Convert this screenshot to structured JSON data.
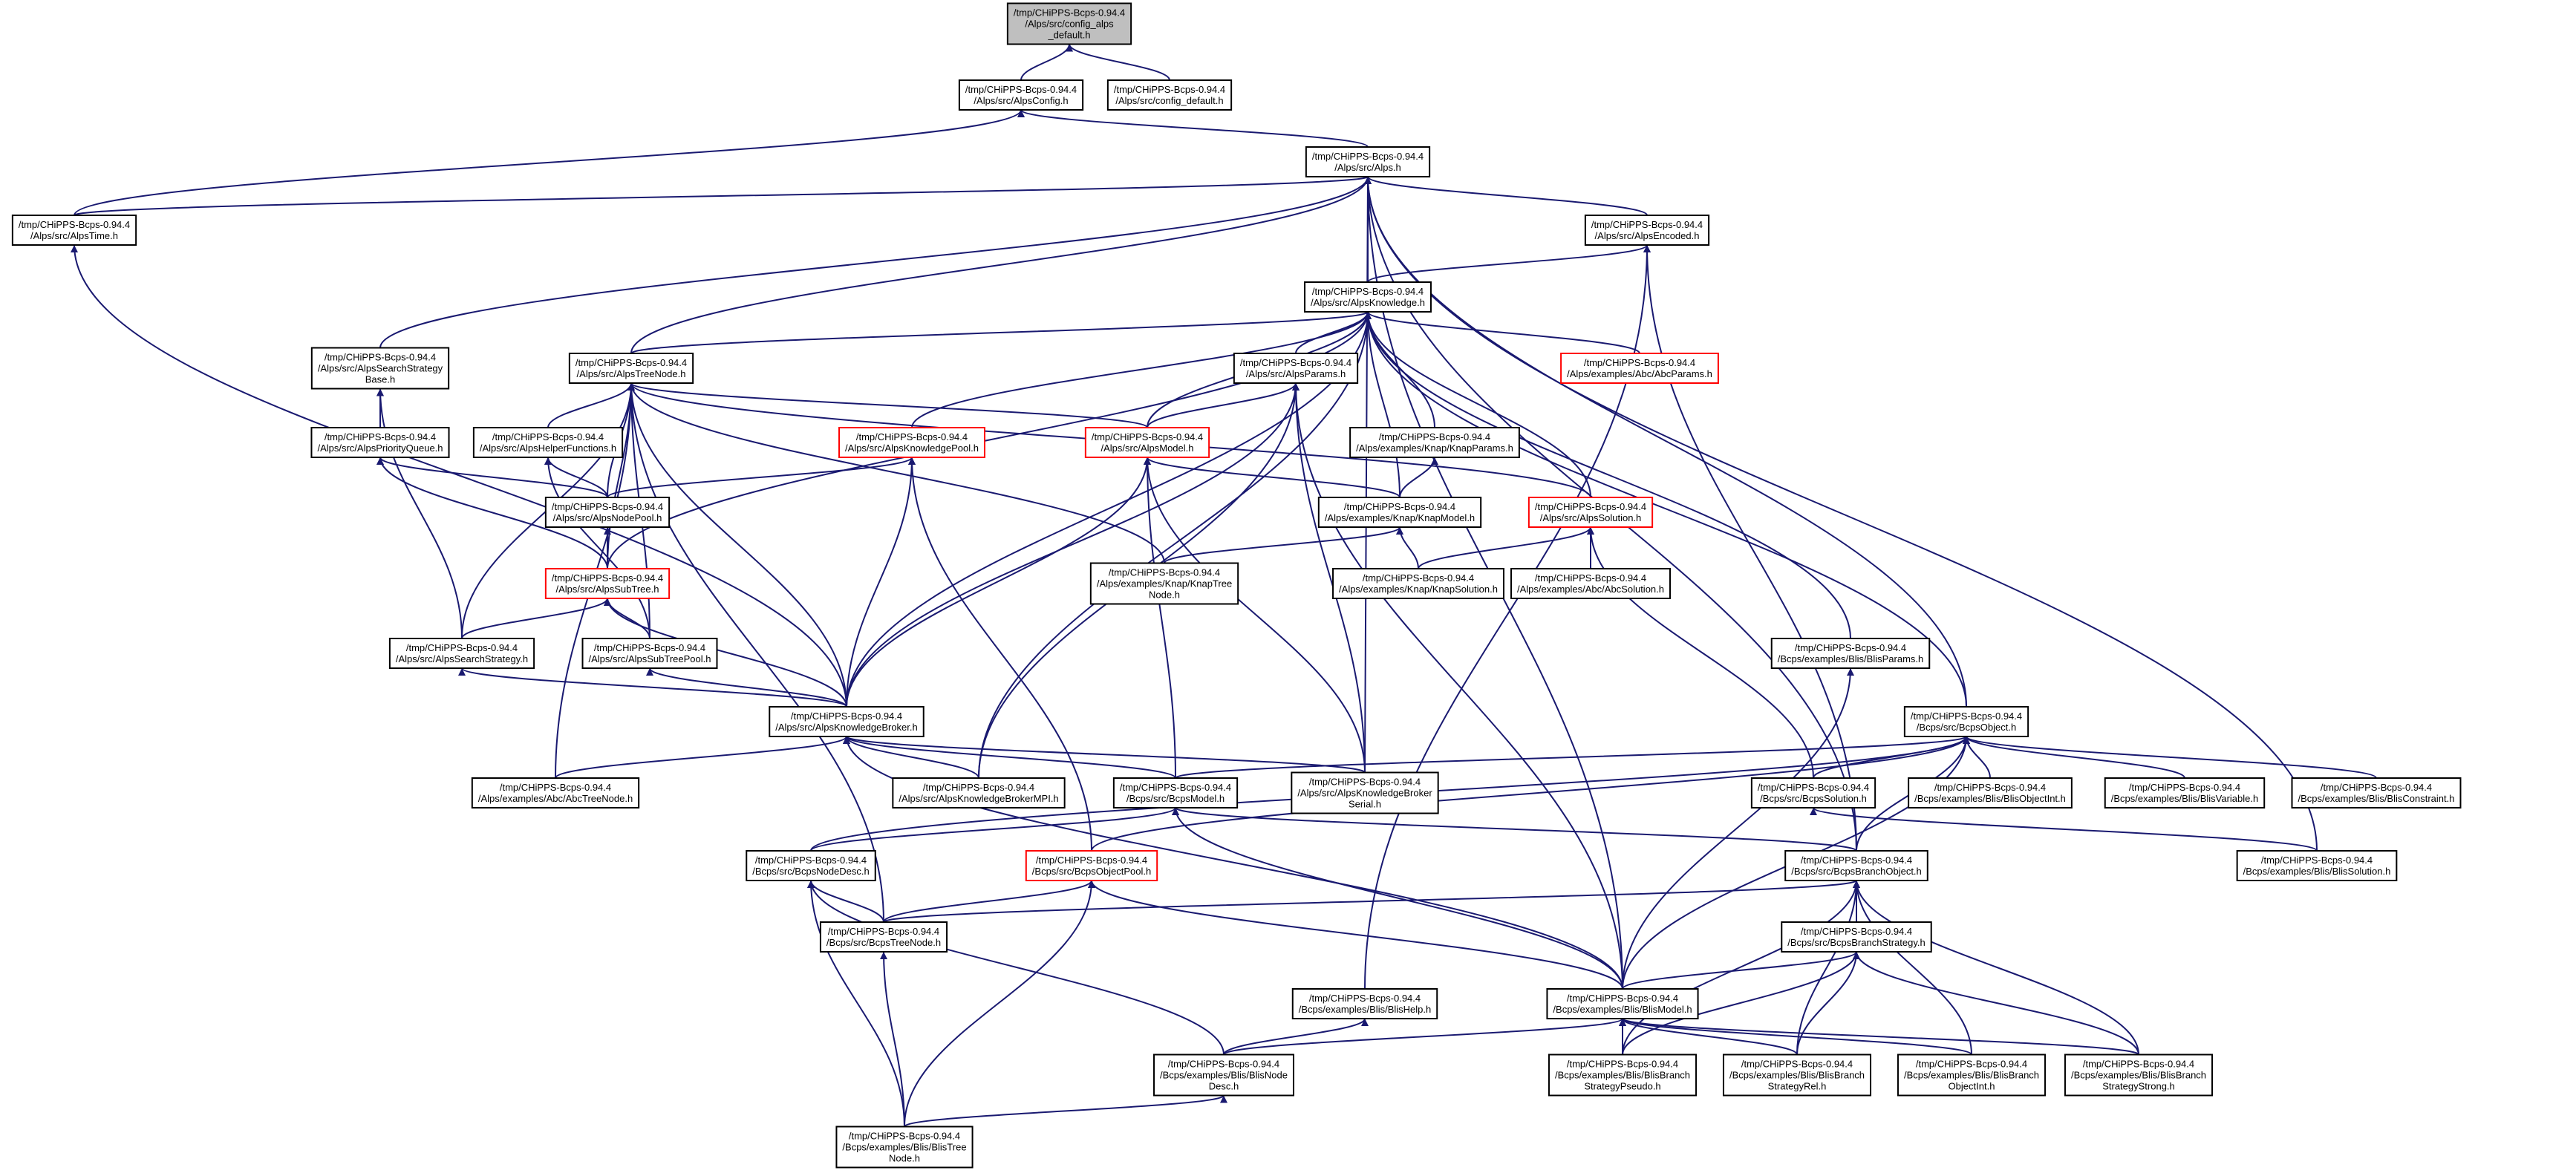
{
  "colors": {
    "edge": "#191970",
    "node_border": "#000000",
    "node_highlight_border": "#ff0000",
    "node_fill": "#ffffff",
    "root_fill": "#bfbfbf",
    "background": "#ffffff"
  },
  "nodes": [
    {
      "id": "config_alps_default",
      "lines": [
        "/tmp/CHiPPS-Bcps-0.94.4",
        "/Alps/src/config_alps",
        "_default.h"
      ],
      "style": "root"
    },
    {
      "id": "AlpsConfig",
      "lines": [
        "/tmp/CHiPPS-Bcps-0.94.4",
        "/Alps/src/AlpsConfig.h"
      ],
      "style": "normal"
    },
    {
      "id": "config_default",
      "lines": [
        "/tmp/CHiPPS-Bcps-0.94.4",
        "/Alps/src/config_default.h"
      ],
      "style": "normal"
    },
    {
      "id": "Alps",
      "lines": [
        "/tmp/CHiPPS-Bcps-0.94.4",
        "/Alps/src/Alps.h"
      ],
      "style": "normal"
    },
    {
      "id": "AlpsTime",
      "lines": [
        "/tmp/CHiPPS-Bcps-0.94.4",
        "/Alps/src/AlpsTime.h"
      ],
      "style": "normal"
    },
    {
      "id": "AlpsEncoded",
      "lines": [
        "/tmp/CHiPPS-Bcps-0.94.4",
        "/Alps/src/AlpsEncoded.h"
      ],
      "style": "normal"
    },
    {
      "id": "AlpsKnowledge",
      "lines": [
        "/tmp/CHiPPS-Bcps-0.94.4",
        "/Alps/src/AlpsKnowledge.h"
      ],
      "style": "normal"
    },
    {
      "id": "AlpsSearchStrategyBase",
      "lines": [
        "/tmp/CHiPPS-Bcps-0.94.4",
        "/Alps/src/AlpsSearchStrategy",
        "Base.h"
      ],
      "style": "normal"
    },
    {
      "id": "AlpsTreeNode",
      "lines": [
        "/tmp/CHiPPS-Bcps-0.94.4",
        "/Alps/src/AlpsTreeNode.h"
      ],
      "style": "normal"
    },
    {
      "id": "AlpsParams",
      "lines": [
        "/tmp/CHiPPS-Bcps-0.94.4",
        "/Alps/src/AlpsParams.h"
      ],
      "style": "normal"
    },
    {
      "id": "AbcParams",
      "lines": [
        "/tmp/CHiPPS-Bcps-0.94.4",
        "/Alps/examples/Abc/AbcParams.h"
      ],
      "style": "highlight"
    },
    {
      "id": "AlpsPriorityQueue",
      "lines": [
        "/tmp/CHiPPS-Bcps-0.94.4",
        "/Alps/src/AlpsPriorityQueue.h"
      ],
      "style": "normal"
    },
    {
      "id": "AlpsHelperFunctions",
      "lines": [
        "/tmp/CHiPPS-Bcps-0.94.4",
        "/Alps/src/AlpsHelperFunctions.h"
      ],
      "style": "normal"
    },
    {
      "id": "AlpsKnowledgePool",
      "lines": [
        "/tmp/CHiPPS-Bcps-0.94.4",
        "/Alps/src/AlpsKnowledgePool.h"
      ],
      "style": "highlight"
    },
    {
      "id": "AlpsModel",
      "lines": [
        "/tmp/CHiPPS-Bcps-0.94.4",
        "/Alps/src/AlpsModel.h"
      ],
      "style": "highlight"
    },
    {
      "id": "KnapParams",
      "lines": [
        "/tmp/CHiPPS-Bcps-0.94.4",
        "/Alps/examples/Knap/KnapParams.h"
      ],
      "style": "normal"
    },
    {
      "id": "AlpsNodePool",
      "lines": [
        "/tmp/CHiPPS-Bcps-0.94.4",
        "/Alps/src/AlpsNodePool.h"
      ],
      "style": "normal"
    },
    {
      "id": "KnapModel",
      "lines": [
        "/tmp/CHiPPS-Bcps-0.94.4",
        "/Alps/examples/Knap/KnapModel.h"
      ],
      "style": "normal"
    },
    {
      "id": "AlpsSolution",
      "lines": [
        "/tmp/CHiPPS-Bcps-0.94.4",
        "/Alps/src/AlpsSolution.h"
      ],
      "style": "highlight"
    },
    {
      "id": "AlpsSubTree",
      "lines": [
        "/tmp/CHiPPS-Bcps-0.94.4",
        "/Alps/src/AlpsSubTree.h"
      ],
      "style": "highlight"
    },
    {
      "id": "KnapTreeNode",
      "lines": [
        "/tmp/CHiPPS-Bcps-0.94.4",
        "/Alps/examples/Knap/KnapTree",
        "Node.h"
      ],
      "style": "normal"
    },
    {
      "id": "KnapSolution",
      "lines": [
        "/tmp/CHiPPS-Bcps-0.94.4",
        "/Alps/examples/Knap/KnapSolution.h"
      ],
      "style": "normal"
    },
    {
      "id": "AbcSolution",
      "lines": [
        "/tmp/CHiPPS-Bcps-0.94.4",
        "/Alps/examples/Abc/AbcSolution.h"
      ],
      "style": "normal"
    },
    {
      "id": "AlpsSearchStrategy",
      "lines": [
        "/tmp/CHiPPS-Bcps-0.94.4",
        "/Alps/src/AlpsSearchStrategy.h"
      ],
      "style": "normal"
    },
    {
      "id": "AlpsSubTreePool",
      "lines": [
        "/tmp/CHiPPS-Bcps-0.94.4",
        "/Alps/src/AlpsSubTreePool.h"
      ],
      "style": "normal"
    },
    {
      "id": "BlisParams",
      "lines": [
        "/tmp/CHiPPS-Bcps-0.94.4",
        "/Bcps/examples/Blis/BlisParams.h"
      ],
      "style": "normal"
    },
    {
      "id": "AlpsKnowledgeBroker",
      "lines": [
        "/tmp/CHiPPS-Bcps-0.94.4",
        "/Alps/src/AlpsKnowledgeBroker.h"
      ],
      "style": "normal"
    },
    {
      "id": "BcpsObject",
      "lines": [
        "/tmp/CHiPPS-Bcps-0.94.4",
        "/Bcps/src/BcpsObject.h"
      ],
      "style": "normal"
    },
    {
      "id": "AbcTreeNode",
      "lines": [
        "/tmp/CHiPPS-Bcps-0.94.4",
        "/Alps/examples/Abc/AbcTreeNode.h"
      ],
      "style": "normal"
    },
    {
      "id": "AlpsKnowledgeBrokerMPI",
      "lines": [
        "/tmp/CHiPPS-Bcps-0.94.4",
        "/Alps/src/AlpsKnowledgeBrokerMPI.h"
      ],
      "style": "normal"
    },
    {
      "id": "BcpsModel",
      "lines": [
        "/tmp/CHiPPS-Bcps-0.94.4",
        "/Bcps/src/BcpsModel.h"
      ],
      "style": "normal"
    },
    {
      "id": "AlpsKnowledgeBrokerSerial",
      "lines": [
        "/tmp/CHiPPS-Bcps-0.94.4",
        "/Alps/src/AlpsKnowledgeBroker",
        "Serial.h"
      ],
      "style": "normal"
    },
    {
      "id": "BcpsSolution",
      "lines": [
        "/tmp/CHiPPS-Bcps-0.94.4",
        "/Bcps/src/BcpsSolution.h"
      ],
      "style": "normal"
    },
    {
      "id": "BlisObjectInt",
      "lines": [
        "/tmp/CHiPPS-Bcps-0.94.4",
        "/Bcps/examples/Blis/BlisObjectInt.h"
      ],
      "style": "normal"
    },
    {
      "id": "BlisVariable",
      "lines": [
        "/tmp/CHiPPS-Bcps-0.94.4",
        "/Bcps/examples/Blis/BlisVariable.h"
      ],
      "style": "normal"
    },
    {
      "id": "BlisConstraint",
      "lines": [
        "/tmp/CHiPPS-Bcps-0.94.4",
        "/Bcps/examples/Blis/BlisConstraint.h"
      ],
      "style": "normal"
    },
    {
      "id": "BcpsNodeDesc",
      "lines": [
        "/tmp/CHiPPS-Bcps-0.94.4",
        "/Bcps/src/BcpsNodeDesc.h"
      ],
      "style": "normal"
    },
    {
      "id": "BcpsObjectPool",
      "lines": [
        "/tmp/CHiPPS-Bcps-0.94.4",
        "/Bcps/src/BcpsObjectPool.h"
      ],
      "style": "highlight"
    },
    {
      "id": "BcpsBranchObject",
      "lines": [
        "/tmp/CHiPPS-Bcps-0.94.4",
        "/Bcps/src/BcpsBranchObject.h"
      ],
      "style": "normal"
    },
    {
      "id": "BlisSolution",
      "lines": [
        "/tmp/CHiPPS-Bcps-0.94.4",
        "/Bcps/examples/Blis/BlisSolution.h"
      ],
      "style": "normal"
    },
    {
      "id": "BcpsTreeNode",
      "lines": [
        "/tmp/CHiPPS-Bcps-0.94.4",
        "/Bcps/src/BcpsTreeNode.h"
      ],
      "style": "normal"
    },
    {
      "id": "BcpsBranchStrategy",
      "lines": [
        "/tmp/CHiPPS-Bcps-0.94.4",
        "/Bcps/src/BcpsBranchStrategy.h"
      ],
      "style": "normal"
    },
    {
      "id": "BlisHelp",
      "lines": [
        "/tmp/CHiPPS-Bcps-0.94.4",
        "/Bcps/examples/Blis/BlisHelp.h"
      ],
      "style": "normal"
    },
    {
      "id": "BlisModel",
      "lines": [
        "/tmp/CHiPPS-Bcps-0.94.4",
        "/Bcps/examples/Blis/BlisModel.h"
      ],
      "style": "normal"
    },
    {
      "id": "BlisNodeDesc",
      "lines": [
        "/tmp/CHiPPS-Bcps-0.94.4",
        "/Bcps/examples/Blis/BlisNode",
        "Desc.h"
      ],
      "style": "normal"
    },
    {
      "id": "BlisBranchStrategyPseudo",
      "lines": [
        "/tmp/CHiPPS-Bcps-0.94.4",
        "/Bcps/examples/Blis/BlisBranch",
        "StrategyPseudo.h"
      ],
      "style": "normal"
    },
    {
      "id": "BlisBranchStrategyRel",
      "lines": [
        "/tmp/CHiPPS-Bcps-0.94.4",
        "/Bcps/examples/Blis/BlisBranch",
        "StrategyRel.h"
      ],
      "style": "normal"
    },
    {
      "id": "BlisBranchObjectInt",
      "lines": [
        "/tmp/CHiPPS-Bcps-0.94.4",
        "/Bcps/examples/Blis/BlisBranch",
        "ObjectInt.h"
      ],
      "style": "normal"
    },
    {
      "id": "BlisBranchStrategyStrong",
      "lines": [
        "/tmp/CHiPPS-Bcps-0.94.4",
        "/Bcps/examples/Blis/BlisBranch",
        "StrategyStrong.h"
      ],
      "style": "normal"
    },
    {
      "id": "BlisTreeNode",
      "lines": [
        "/tmp/CHiPPS-Bcps-0.94.4",
        "/Bcps/examples/Blis/BlisTree",
        "Node.h"
      ],
      "style": "normal"
    }
  ],
  "edges": [
    [
      "AlpsConfig",
      "config_alps_default"
    ],
    [
      "config_default",
      "config_alps_default"
    ],
    [
      "AlpsTime",
      "AlpsConfig"
    ],
    [
      "Alps",
      "AlpsConfig"
    ],
    [
      "AlpsTime",
      "Alps"
    ],
    [
      "AlpsEncoded",
      "Alps"
    ],
    [
      "AlpsKnowledge",
      "Alps"
    ],
    [
      "AlpsSearchStrategyBase",
      "Alps"
    ],
    [
      "AlpsTreeNode",
      "Alps"
    ],
    [
      "AlpsKnowledgeBroker",
      "AlpsTime"
    ],
    [
      "AlpsKnowledgeBrokerSerial",
      "Alps"
    ],
    [
      "BcpsObject",
      "Alps"
    ],
    [
      "BcpsBranchObject",
      "Alps"
    ],
    [
      "BlisSolution",
      "Alps"
    ],
    [
      "BlisModel",
      "Alps"
    ],
    [
      "AlpsKnowledge",
      "AlpsEncoded"
    ],
    [
      "BlisHelp",
      "AlpsEncoded"
    ],
    [
      "BcpsBranchObject",
      "AlpsEncoded"
    ],
    [
      "AlpsTreeNode",
      "AlpsKnowledge"
    ],
    [
      "AlpsParams",
      "AlpsKnowledge"
    ],
    [
      "AbcParams",
      "AlpsKnowledge"
    ],
    [
      "AlpsKnowledgePool",
      "AlpsKnowledge"
    ],
    [
      "AlpsModel",
      "AlpsKnowledge"
    ],
    [
      "KnapParams",
      "AlpsKnowledge"
    ],
    [
      "KnapModel",
      "AlpsKnowledge"
    ],
    [
      "AlpsSolution",
      "AlpsKnowledge"
    ],
    [
      "AlpsSubTree",
      "AlpsKnowledge"
    ],
    [
      "AlpsKnowledgeBroker",
      "AlpsKnowledge"
    ],
    [
      "AlpsKnowledgeBrokerMPI",
      "AlpsKnowledge"
    ],
    [
      "BlisParams",
      "AlpsKnowledge"
    ],
    [
      "BcpsObject",
      "AlpsKnowledge"
    ],
    [
      "AlpsPriorityQueue",
      "AlpsSearchStrategyBase"
    ],
    [
      "AlpsSearchStrategy",
      "AlpsSearchStrategyBase"
    ],
    [
      "AlpsHelperFunctions",
      "AlpsTreeNode"
    ],
    [
      "AlpsModel",
      "AlpsTreeNode"
    ],
    [
      "AlpsNodePool",
      "AlpsTreeNode"
    ],
    [
      "AlpsSubTree",
      "AlpsTreeNode"
    ],
    [
      "KnapTreeNode",
      "AlpsTreeNode"
    ],
    [
      "AlpsSolution",
      "AlpsTreeNode"
    ],
    [
      "AlpsSearchStrategy",
      "AlpsTreeNode"
    ],
    [
      "AlpsSubTreePool",
      "AlpsTreeNode"
    ],
    [
      "AbcTreeNode",
      "AlpsTreeNode"
    ],
    [
      "BcpsTreeNode",
      "AlpsTreeNode"
    ],
    [
      "AlpsKnowledgeBroker",
      "AlpsTreeNode"
    ],
    [
      "AlpsModel",
      "AlpsParams"
    ],
    [
      "AlpsKnowledgeBroker",
      "AlpsParams"
    ],
    [
      "AlpsKnowledgeBrokerSerial",
      "AlpsParams"
    ],
    [
      "BlisModel",
      "AlpsParams"
    ],
    [
      "AlpsKnowledgeBrokerMPI",
      "AlpsParams"
    ],
    [
      "AlpsNodePool",
      "AlpsPriorityQueue"
    ],
    [
      "AlpsSubTree",
      "AlpsPriorityQueue"
    ],
    [
      "AlpsNodePool",
      "AlpsHelperFunctions"
    ],
    [
      "AlpsSubTreePool",
      "AlpsHelperFunctions"
    ],
    [
      "AlpsNodePool",
      "AlpsKnowledgePool"
    ],
    [
      "AlpsKnowledgeBroker",
      "AlpsKnowledgePool"
    ],
    [
      "BcpsObjectPool",
      "AlpsKnowledgePool"
    ],
    [
      "KnapModel",
      "AlpsModel"
    ],
    [
      "AlpsKnowledgeBroker",
      "AlpsModel"
    ],
    [
      "BcpsModel",
      "AlpsModel"
    ],
    [
      "AlpsKnowledgeBrokerSerial",
      "AlpsModel"
    ],
    [
      "KnapModel",
      "KnapParams"
    ],
    [
      "AlpsSubTree",
      "AlpsNodePool"
    ],
    [
      "KnapTreeNode",
      "KnapModel"
    ],
    [
      "KnapSolution",
      "KnapModel"
    ],
    [
      "KnapSolution",
      "AlpsSolution"
    ],
    [
      "AbcSolution",
      "AlpsSolution"
    ],
    [
      "BcpsSolution",
      "AlpsSolution"
    ],
    [
      "AlpsSearchStrategy",
      "AlpsSubTree"
    ],
    [
      "AlpsSubTreePool",
      "AlpsSubTree"
    ],
    [
      "AlpsKnowledgeBroker",
      "AlpsSubTree"
    ],
    [
      "AlpsKnowledgeBroker",
      "AlpsSearchStrategy"
    ],
    [
      "AlpsKnowledgeBroker",
      "AlpsSubTreePool"
    ],
    [
      "BlisModel",
      "BlisParams"
    ],
    [
      "AbcTreeNode",
      "AlpsKnowledgeBroker"
    ],
    [
      "AlpsKnowledgeBrokerMPI",
      "AlpsKnowledgeBroker"
    ],
    [
      "BcpsModel",
      "AlpsKnowledgeBroker"
    ],
    [
      "AlpsKnowledgeBrokerSerial",
      "AlpsKnowledgeBroker"
    ],
    [
      "BlisModel",
      "AlpsKnowledgeBroker"
    ],
    [
      "BcpsModel",
      "BcpsObject"
    ],
    [
      "BcpsSolution",
      "BcpsObject"
    ],
    [
      "BlisObjectInt",
      "BcpsObject"
    ],
    [
      "BlisVariable",
      "BcpsObject"
    ],
    [
      "BlisConstraint",
      "BcpsObject"
    ],
    [
      "BcpsNodeDesc",
      "BcpsObject"
    ],
    [
      "BcpsObjectPool",
      "BcpsObject"
    ],
    [
      "BcpsBranchObject",
      "BcpsObject"
    ],
    [
      "BlisModel",
      "BcpsObject"
    ],
    [
      "BcpsNodeDesc",
      "BcpsModel"
    ],
    [
      "BcpsBranchObject",
      "BcpsModel"
    ],
    [
      "BlisModel",
      "BcpsModel"
    ],
    [
      "BlisSolution",
      "BcpsSolution"
    ],
    [
      "BcpsTreeNode",
      "BcpsNodeDesc"
    ],
    [
      "BlisNodeDesc",
      "BcpsNodeDesc"
    ],
    [
      "BlisTreeNode",
      "BcpsNodeDesc"
    ],
    [
      "BcpsTreeNode",
      "BcpsObjectPool"
    ],
    [
      "BlisModel",
      "BcpsObjectPool"
    ],
    [
      "BlisTreeNode",
      "BcpsObjectPool"
    ],
    [
      "BcpsTreeNode",
      "BcpsBranchObject"
    ],
    [
      "BcpsBranchStrategy",
      "BcpsBranchObject"
    ],
    [
      "BlisBranchStrategyPseudo",
      "BcpsBranchObject"
    ],
    [
      "BlisBranchStrategyRel",
      "BcpsBranchObject"
    ],
    [
      "BlisBranchObjectInt",
      "BcpsBranchObject"
    ],
    [
      "BlisBranchStrategyStrong",
      "BcpsBranchObject"
    ],
    [
      "BlisTreeNode",
      "BcpsTreeNode"
    ],
    [
      "BlisModel",
      "BcpsBranchStrategy"
    ],
    [
      "BlisBranchStrategyPseudo",
      "BcpsBranchStrategy"
    ],
    [
      "BlisBranchStrategyRel",
      "BcpsBranchStrategy"
    ],
    [
      "BlisBranchStrategyStrong",
      "BcpsBranchStrategy"
    ],
    [
      "BlisNodeDesc",
      "BlisHelp"
    ],
    [
      "BlisNodeDesc",
      "BlisModel"
    ],
    [
      "BlisBranchStrategyPseudo",
      "BlisModel"
    ],
    [
      "BlisBranchStrategyRel",
      "BlisModel"
    ],
    [
      "BlisBranchObjectInt",
      "BlisModel"
    ],
    [
      "BlisBranchStrategyStrong",
      "BlisModel"
    ],
    [
      "BlisTreeNode",
      "BlisNodeDesc"
    ]
  ]
}
